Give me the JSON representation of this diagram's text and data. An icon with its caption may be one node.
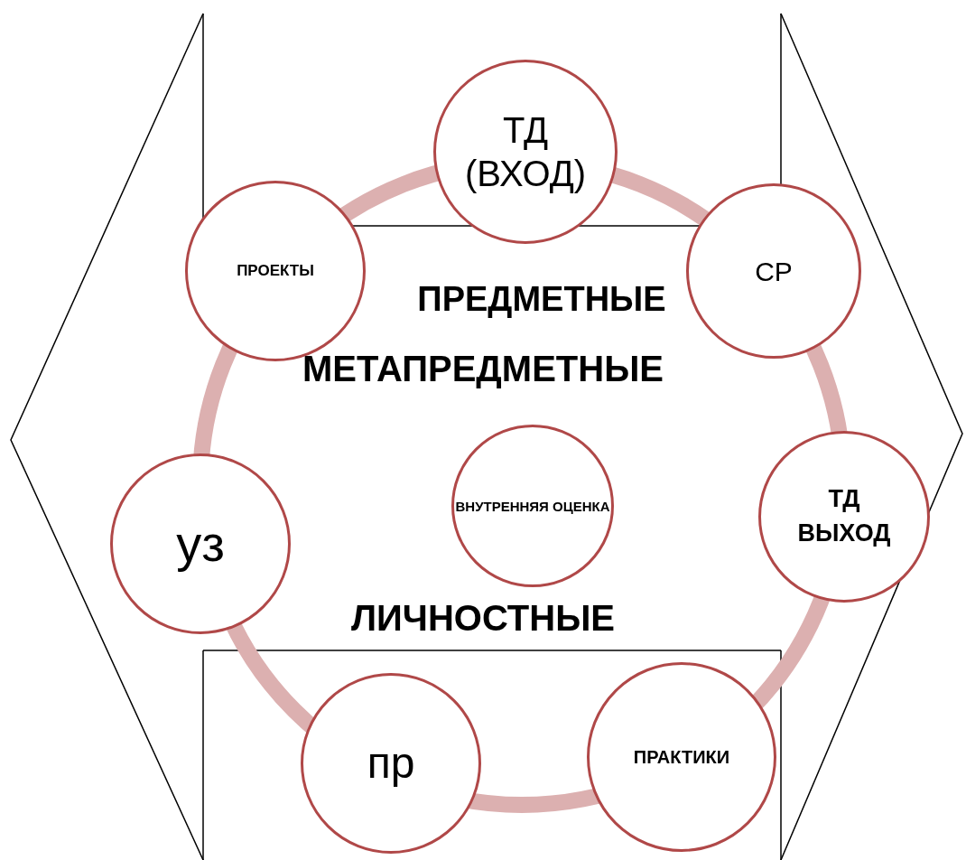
{
  "diagram": {
    "nodes": [
      {
        "text": [
          "ТД (ВХОД)"
        ]
      },
      {
        "text": [
          "ПРОЕКТЫ"
        ]
      },
      {
        "text": [
          "СР"
        ]
      },
      {
        "text": [
          "ВНУТРЕННЯЯ ОЦЕНКА"
        ]
      },
      {
        "text": [
          "ТД ВЫХОД"
        ]
      },
      {
        "text": [
          "уз"
        ]
      },
      {
        "text": [
          "пр"
        ]
      },
      {
        "text": [
          "ПРАКТИКИ"
        ]
      }
    ],
    "labels": [
      "ПРЕДМЕТНЫЕ",
      "МЕТАПРЕДМЕТНЫЕ",
      "ЛИЧНОСТНЫЕ"
    ]
  }
}
